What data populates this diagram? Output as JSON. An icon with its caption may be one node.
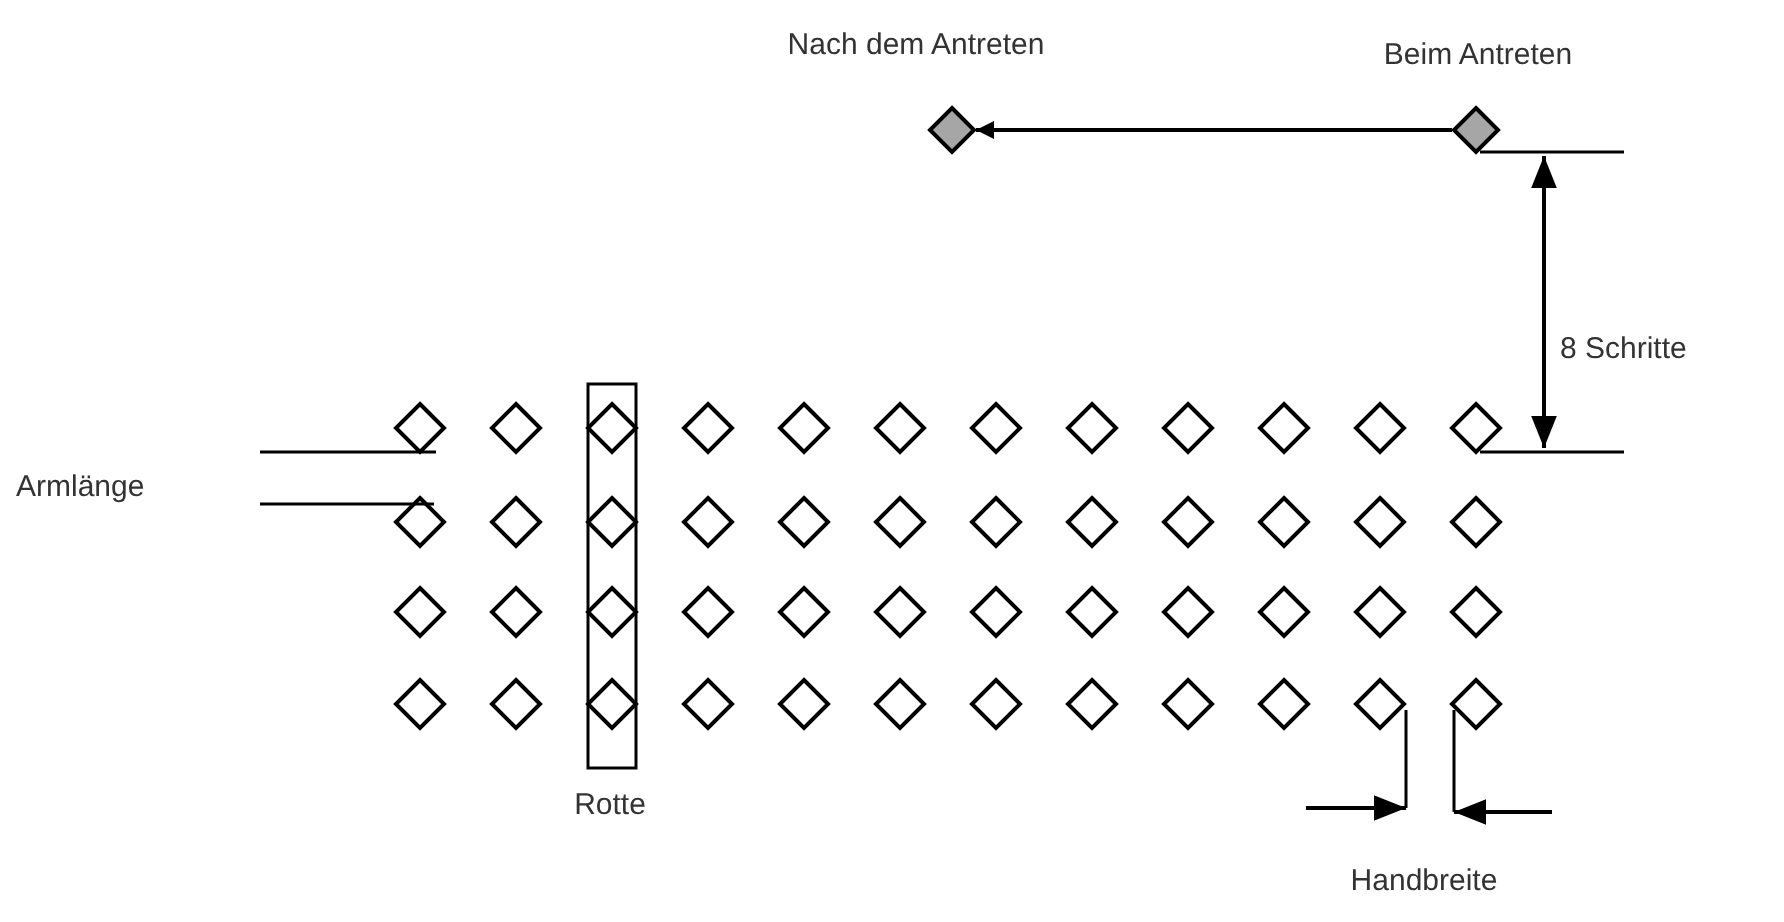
{
  "diagram": {
    "nodes": [
      {
        "text": [],
        "shape": "diamond",
        "beside": [
          "Nach dem Antreten"
        ]
      },
      {
        "text": [],
        "shape": "diamond",
        "beside": [
          "Beim Antreten"
        ]
      }
    ],
    "edges": [
      {
        "from": 1,
        "to": 0,
        "arrow": "to"
      }
    ],
    "labels": [
      "8 Schritte",
      "Armlänge",
      "Rotte",
      "Handbreite"
    ]
  }
}
